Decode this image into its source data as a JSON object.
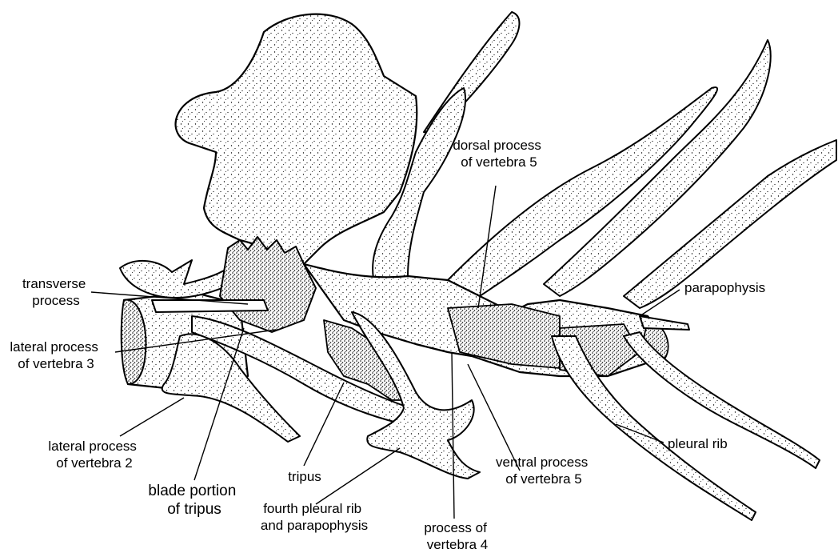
{
  "labels": {
    "dorsal_process_v5": [
      "dorsal process",
      "of vertebra 5"
    ],
    "transverse_process": [
      "transverse",
      "process"
    ],
    "lateral_process_v3": [
      "lateral process",
      "of vertebra 3"
    ],
    "lateral_process_v2": [
      "lateral process",
      "of vertebra 2"
    ],
    "blade_portion": [
      "blade portion",
      "of tripus"
    ],
    "tripus": "tripus",
    "fourth_pleural_rib": [
      "fourth pleural rib",
      "and parapophysis"
    ],
    "process_v4": [
      "process of",
      "vertebra 4"
    ],
    "ventral_process_v5": [
      "ventral process",
      "of vertebra 5"
    ],
    "pleural_rib": "pleural rib",
    "parapophysis": "parapophysis"
  }
}
